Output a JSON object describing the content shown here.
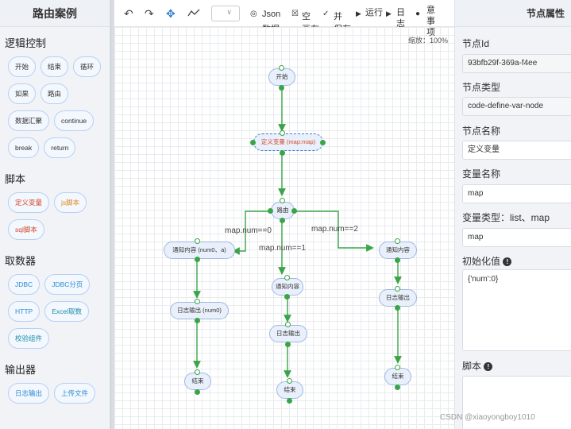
{
  "left_panel": {
    "title": "路由案例",
    "groups": [
      {
        "title": "逻辑控制",
        "items": [
          "开始",
          "结束",
          "循环",
          "如果",
          "路由",
          "数据汇聚",
          "continue",
          "break",
          "return"
        ]
      },
      {
        "title": "脚本",
        "items": [
          "定义变量",
          "js脚本",
          "sql脚本"
        ]
      },
      {
        "title": "取数器",
        "items": [
          "JDBC",
          "JDBC分页",
          "HTTP",
          "Excel取数",
          "校验组件"
        ]
      },
      {
        "title": "输出器",
        "items": [
          "日志输出",
          "上传文件"
        ]
      }
    ]
  },
  "toolbar": {
    "undo_icon": "undo-icon",
    "redo_icon": "redo-icon",
    "move_icon": "move-icon",
    "line_icon": "polyline-icon",
    "json_label_1": "Json",
    "json_label_2": "数据",
    "clear_label_1": "空",
    "clear_label_2": "画布",
    "save_label_1": "并",
    "save_label_2": "保存",
    "run_label": "运行",
    "log_label_1": "日",
    "log_label_2": "志",
    "notes_label_1": "意",
    "notes_label_2": "事",
    "notes_label_3": "项",
    "zoom_text": "缩放：100%"
  },
  "canvas": {
    "nodes": {
      "start": "开始",
      "define_var": "定义变量 (map:map)",
      "route": "路由",
      "notify_left": "通知内容 (num0、a)",
      "notify_mid": "通知内容",
      "notify_right": "通知内容",
      "log_left": "日志输出 (num0)",
      "log_mid": "日志输出",
      "log_right": "日志输出",
      "end_left": "结束",
      "end_mid": "结束",
      "end_right": "结束"
    },
    "edge_labels": {
      "left": "map.num==0",
      "mid": "map.num==1",
      "right": "map.num==2"
    }
  },
  "right_panel": {
    "title": "节点属性",
    "fields": {
      "node_id_label": "节点Id",
      "node_id_value": "93bfb29f-369a-f4ee",
      "node_type_label": "节点类型",
      "node_type_value": "code-define-var-node",
      "node_name_label": "节点名称",
      "node_name_value": "定义变量",
      "var_name_label": "变量名称",
      "var_name_value": "map",
      "var_type_label": "变量类型：list、map",
      "var_type_value": "map",
      "init_label": "初始化值",
      "init_value": "{'num':0}",
      "script_label": "脚本"
    }
  },
  "watermark": "CSDN @xiaoyongboy1010"
}
